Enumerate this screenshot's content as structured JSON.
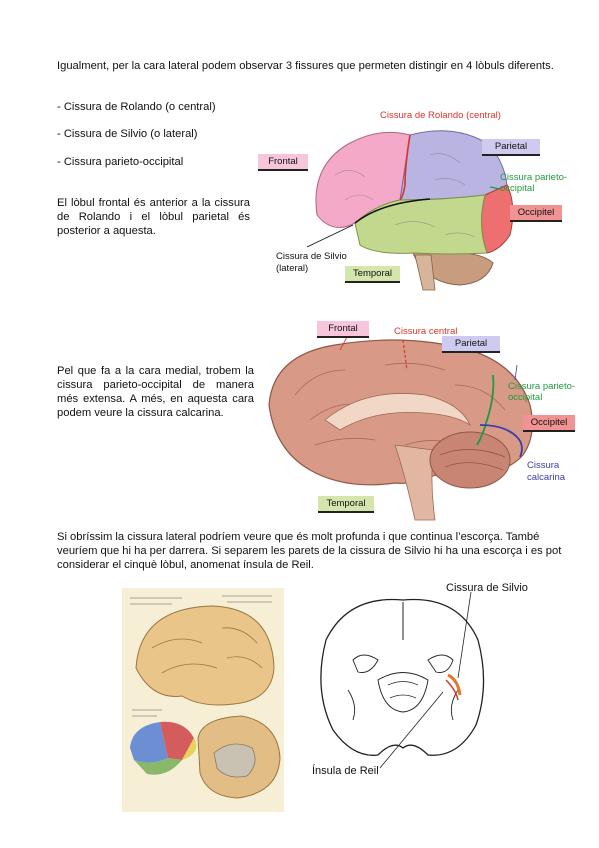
{
  "section1": {
    "intro": "Igualment, per la cara lateral podem observar 3 fissures que permeten distingir en 4 lòbuls diferents.",
    "fissures": [
      "- Cissura de Rolando (o central)",
      "- Cissura de Silvio (o lateral)",
      "- Cissura parieto-occipital"
    ],
    "note": "El lòbul frontal és anterior a la cissura de Rolando i el lòbul parietal és posterior a aquesta."
  },
  "figure1": {
    "rolando": "Cissura de Rolando (central)",
    "parietal": "Parietal",
    "frontal": "Frontal",
    "parieto_occipital": "Cissura parieto-\noccipital",
    "occipital": "Occipitel",
    "silvio": "Cissura de Silvio\n(lateral)",
    "temporal": "Temporal"
  },
  "section2": {
    "text": "Pel que fa a la cara medial, trobem la cissura parieto-occipital de manera més extensa. A més, en aquesta cara podem veure la cissura calcarina."
  },
  "figure2": {
    "frontal": "Frontal",
    "central": "Cissura central",
    "parietal": "Parietal",
    "parieto_occipital": "Cissura parieto-\noccipital",
    "occipital": "Occipitel",
    "calcarina": "Cissura\ncalcarina",
    "temporal": "Temporal"
  },
  "section3": {
    "text": "Si obríssim la cissura lateral podríem veure que és molt profunda i que continua l’escorça. També veuríem que hi ha per darrera. Si separem les parets de la cissura de Silvio hi ha una escorça i es pot considerar el cinquè lòbul, anomenat ínsula de Reil."
  },
  "figure3": {
    "silvio": "Cissura de Silvio",
    "insula": "Ínsula de Reil"
  },
  "colors": {
    "frontal": "#f4a9c8",
    "parietal": "#b9b4e2",
    "occipital": "#ee6f6f",
    "temporal": "#c2d88d",
    "rolando_line": "#d9342b",
    "parieto_line": "#1f9a3c",
    "calcarina_line": "#3b3fa8"
  }
}
